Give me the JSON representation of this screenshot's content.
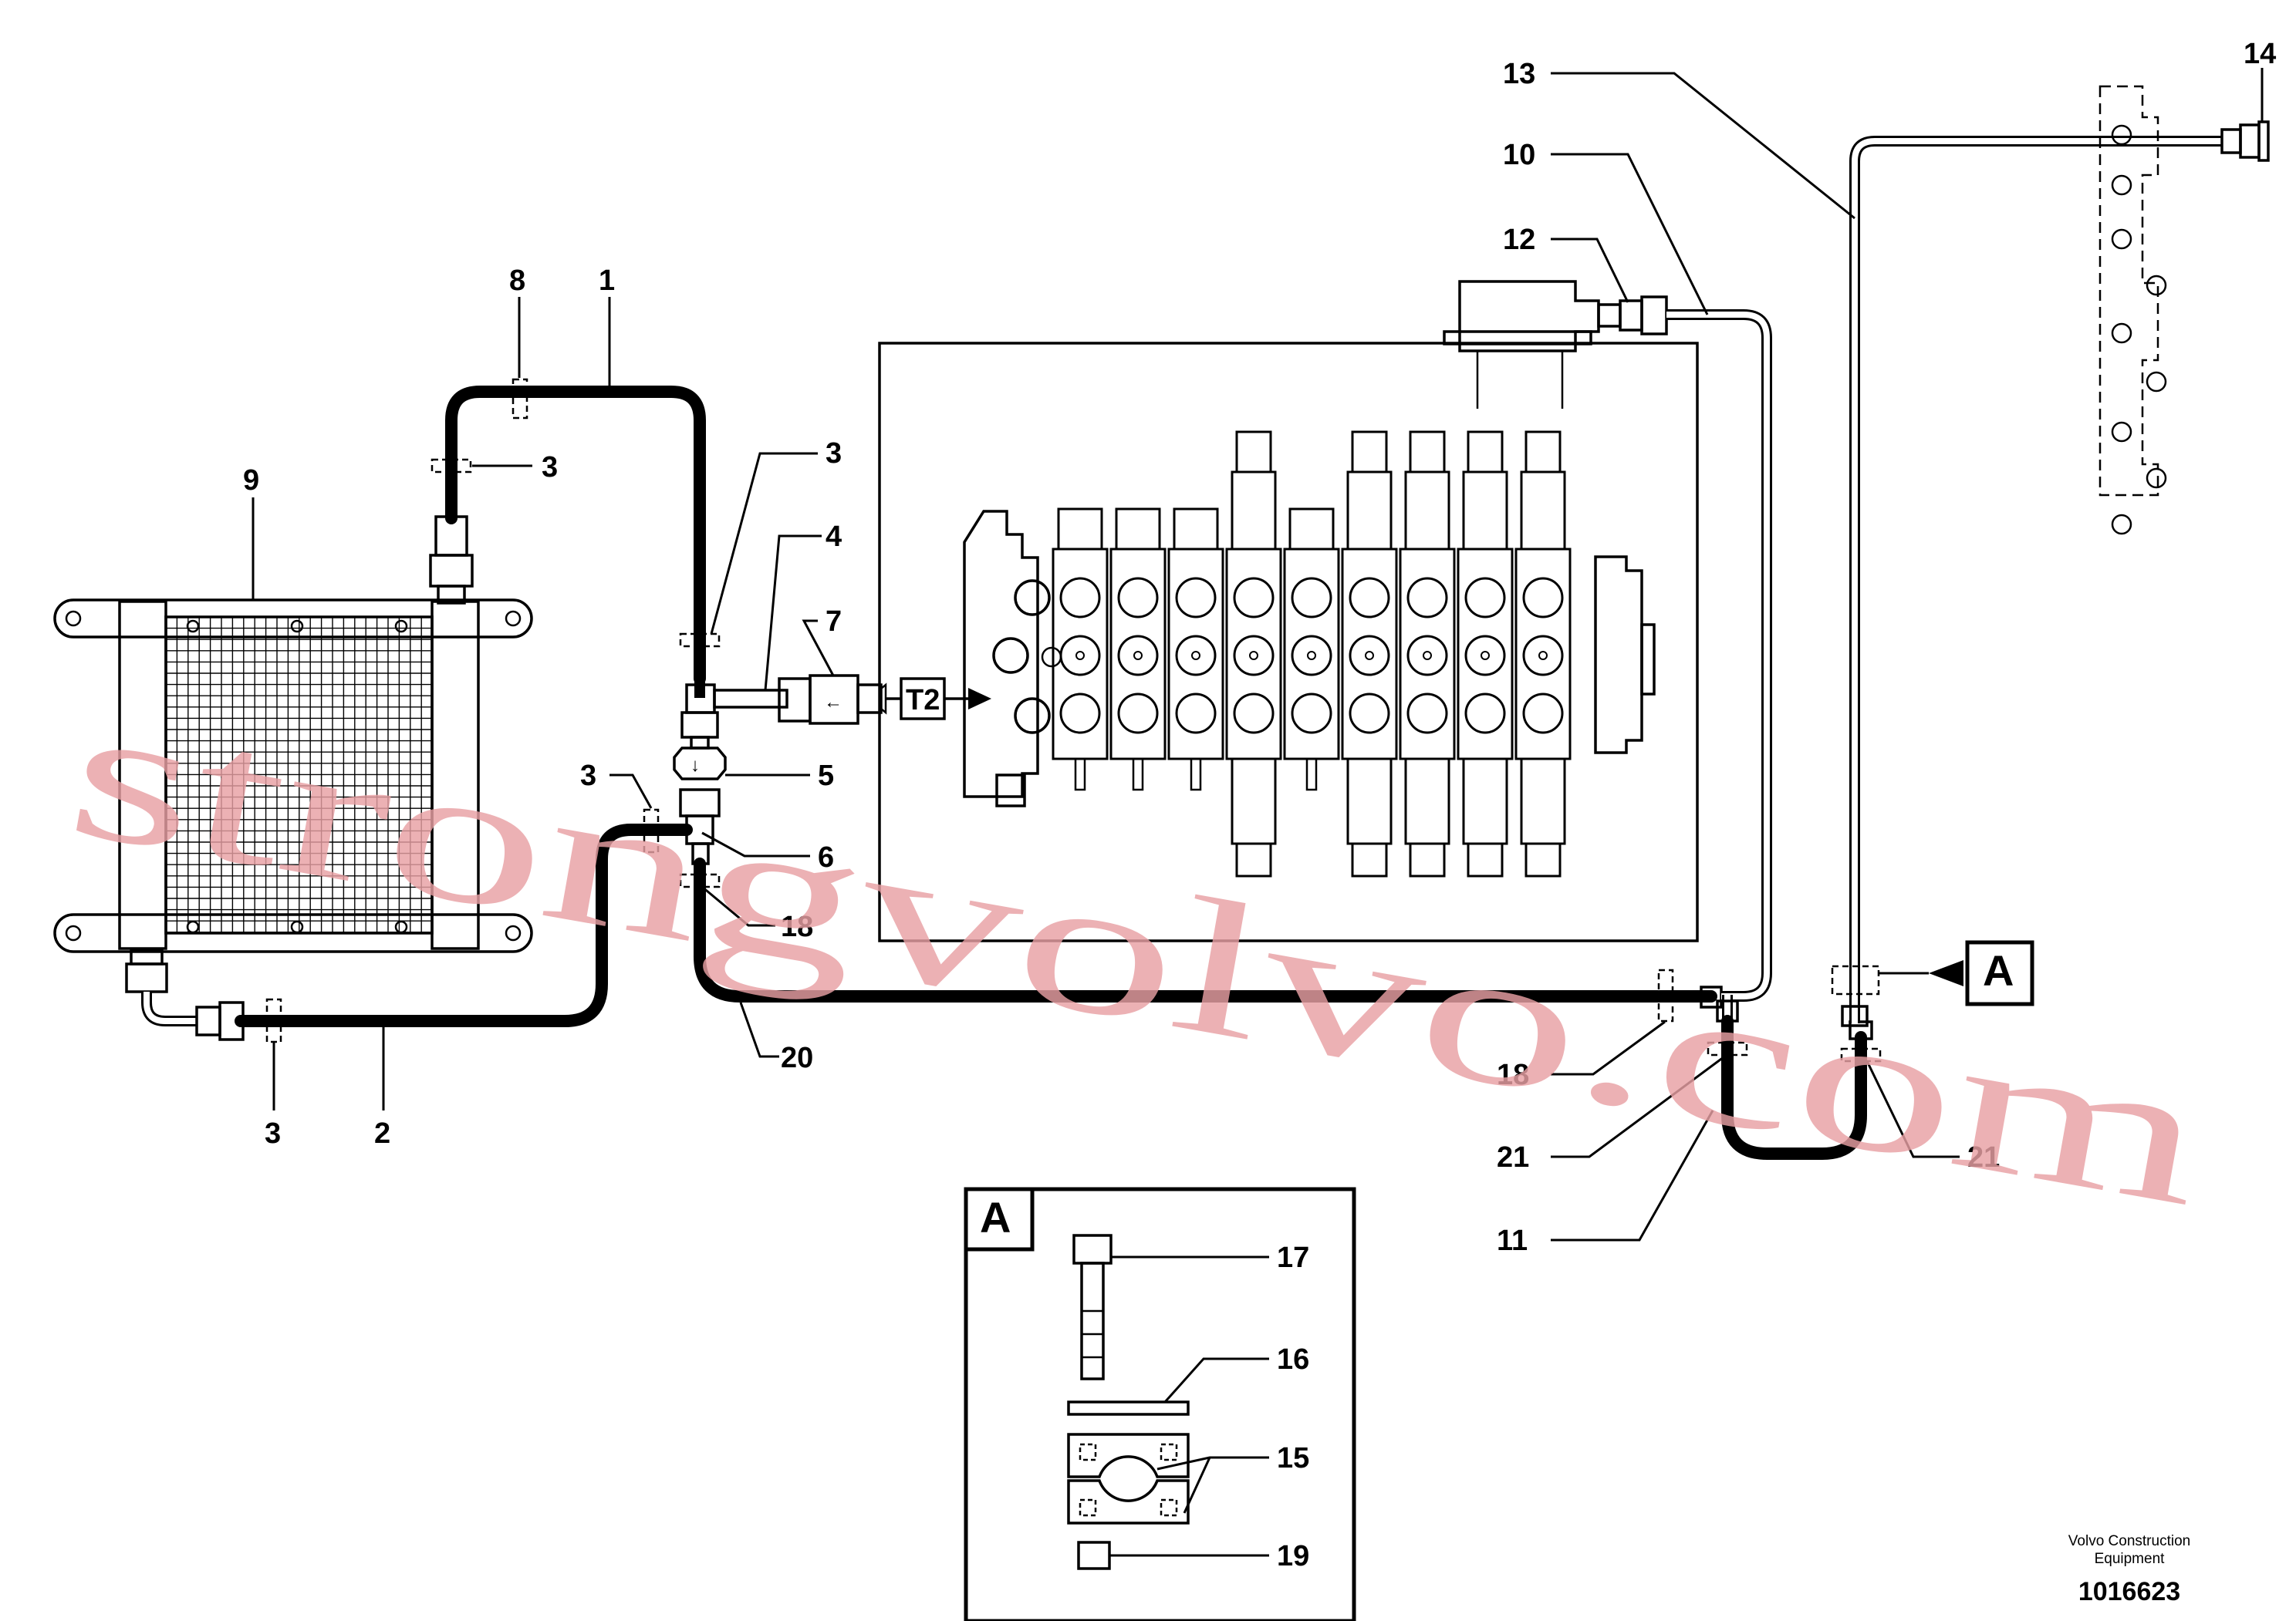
{
  "callouts": {
    "c1": "1",
    "c2": "2",
    "c3a": "3",
    "c3b": "3",
    "c3c": "3",
    "c3d": "3",
    "c4": "4",
    "c5": "5",
    "c6": "6",
    "c7": "7",
    "c8": "8",
    "c9": "9",
    "c10": "10",
    "c11": "11",
    "c12": "12",
    "c13": "13",
    "c14": "14",
    "c15": "15",
    "c16": "16",
    "c17": "17",
    "c18a": "18",
    "c18b": "18",
    "c19": "19",
    "c20": "20",
    "c21a": "21",
    "c21b": "21"
  },
  "port_label": "T2",
  "detail": {
    "ref_label": "A",
    "box_label": "A"
  },
  "watermark": "strongvolvo.com",
  "footer": {
    "maker_line1": "Volvo Construction",
    "maker_line2": "Equipment",
    "doc_number": "1016623"
  },
  "colors": {
    "line": "#000000",
    "watermark": "#e8a0a4",
    "background": "#ffffff"
  }
}
